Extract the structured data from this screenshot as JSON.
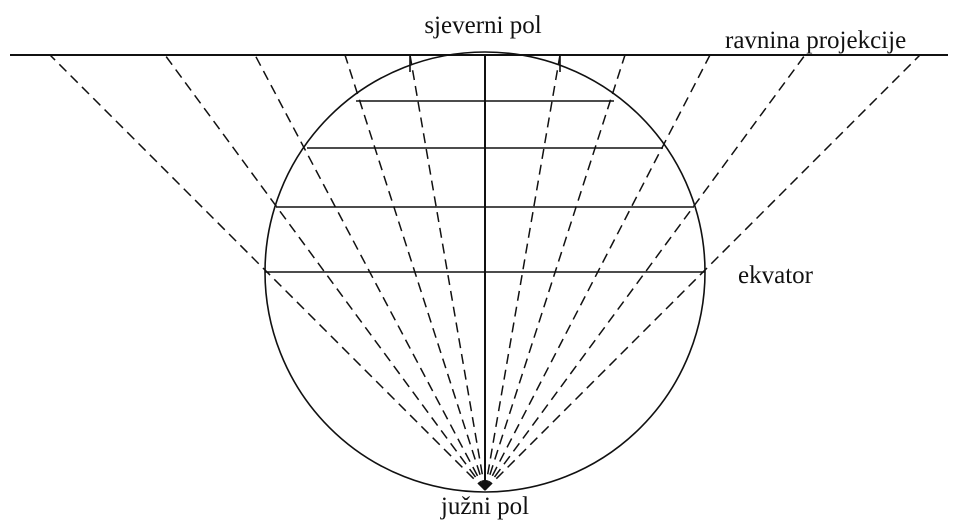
{
  "labels": {
    "north_pole": "sjeverni pol",
    "projection_plane": "ravnina projekcije",
    "equator": "ekvator",
    "south_pole": "južni pol"
  },
  "colors": {
    "line": "#111111",
    "background": "#ffffff"
  }
}
